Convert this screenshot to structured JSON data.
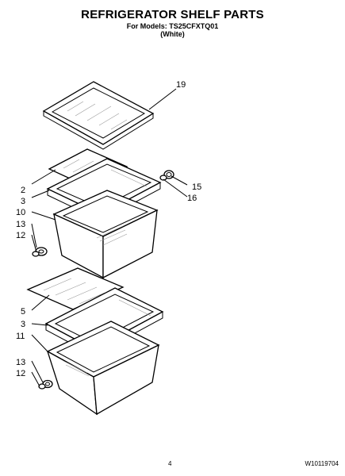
{
  "header": {
    "title": "REFRIGERATOR SHELF PARTS",
    "models_line": "For Models: TS25CFXTQ01",
    "color_line": "(White)"
  },
  "callouts": {
    "c19": "19",
    "c2": "2",
    "c3a": "3",
    "c10": "10",
    "c13a": "13",
    "c12a": "12",
    "c15": "15",
    "c16": "16",
    "c5": "5",
    "c3b": "3",
    "c11": "11",
    "c13b": "13",
    "c12b": "12"
  },
  "footer": {
    "page_number": "4",
    "doc_number": "W10119704"
  }
}
